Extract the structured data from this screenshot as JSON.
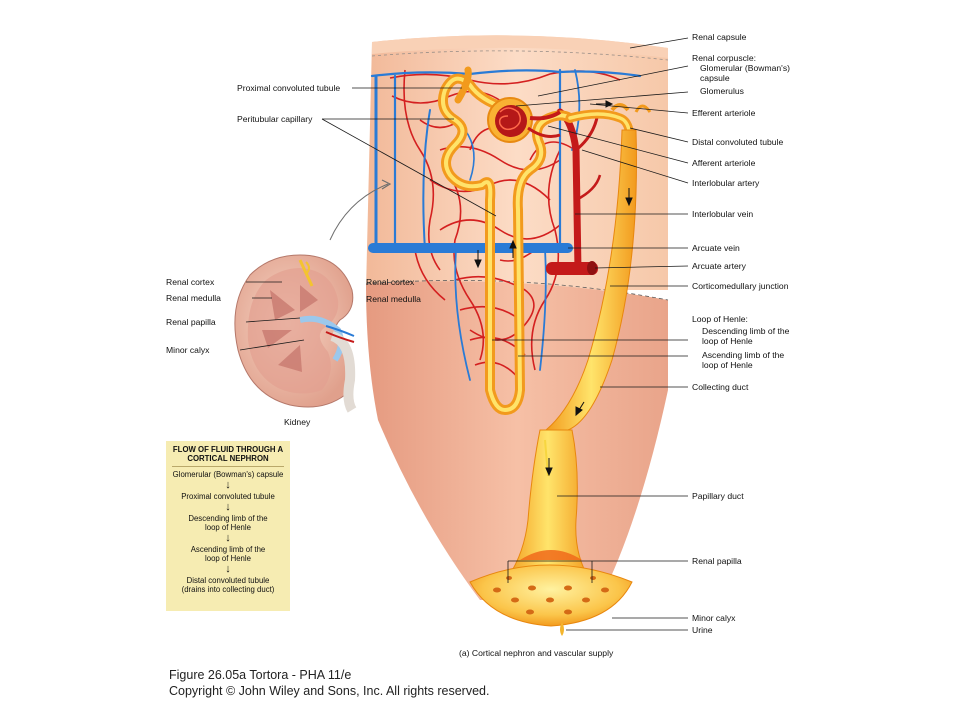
{
  "labels": {
    "renal_capsule": "Renal capsule",
    "renal_corpuscle": "Renal corpuscle:",
    "glomerular_capsule_1": "Glomerular (Bowman's)",
    "glomerular_capsule_2": "capsule",
    "glomerulus": "Glomerulus",
    "efferent_arteriole": "Efferent arteriole",
    "distal_convoluted_tubule": "Distal convoluted tubule",
    "afferent_arteriole": "Afferent arteriole",
    "interlobular_artery": "Interlobular artery",
    "interlobular_vein": "Interlobular vein",
    "arcuate_vein": "Arcuate vein",
    "arcuate_artery": "Arcuate artery",
    "corticomedullary_junction": "Corticomedullary junction",
    "loop_of_henle": "Loop of Henle:",
    "descending_limb_1": "Descending limb of the",
    "descending_limb_2": "loop of Henle",
    "ascending_limb_1": "Ascending limb of the",
    "ascending_limb_2": "loop of Henle",
    "collecting_duct": "Collecting duct",
    "papillary_duct": "Papillary duct",
    "renal_papilla_right": "Renal papilla",
    "minor_calyx_right": "Minor calyx",
    "urine": "Urine",
    "proximal_convoluted_tubule": "Proximal convoluted tubule",
    "peritubular_capillary": "Peritubular capillary",
    "renal_cortex_left": "Renal cortex",
    "renal_medulla_left": "Renal medulla",
    "renal_papilla_left": "Renal papilla",
    "minor_calyx_left": "Minor calyx",
    "kidney": "Kidney",
    "renal_cortex_mid": "Renal cortex",
    "renal_medulla_mid": "Renal medulla",
    "caption": "(a) Cortical nephron and vascular supply"
  },
  "flow_box": {
    "title_1": "FLOW OF FLUID THROUGH A",
    "title_2": "CORTICAL NEPHRON",
    "steps": [
      [
        "Glomerular (Bowman's) capsule"
      ],
      [
        "Proximal convoluted tubule"
      ],
      [
        "Descending limb of the",
        "loop of Henle"
      ],
      [
        "Ascending limb of the",
        "loop of Henle"
      ],
      [
        "Distal convoluted tubule",
        "(drains into collecting duct)"
      ]
    ],
    "arrow_icon": "down-arrow-icon"
  },
  "footer": {
    "line1": "Figure 26.05a  Tortora - PHA 11/e",
    "line2": "Copyright © John Wiley and Sons, Inc. All rights reserved."
  },
  "colors": {
    "cortex": "#f7c9a8",
    "medulla": "#eeaa8f",
    "tubule": "#f9b233",
    "tubule_light": "#ffe36a",
    "artery": "#d42020",
    "vein": "#2a7bd6",
    "flow_box": "#f6ecb2"
  }
}
